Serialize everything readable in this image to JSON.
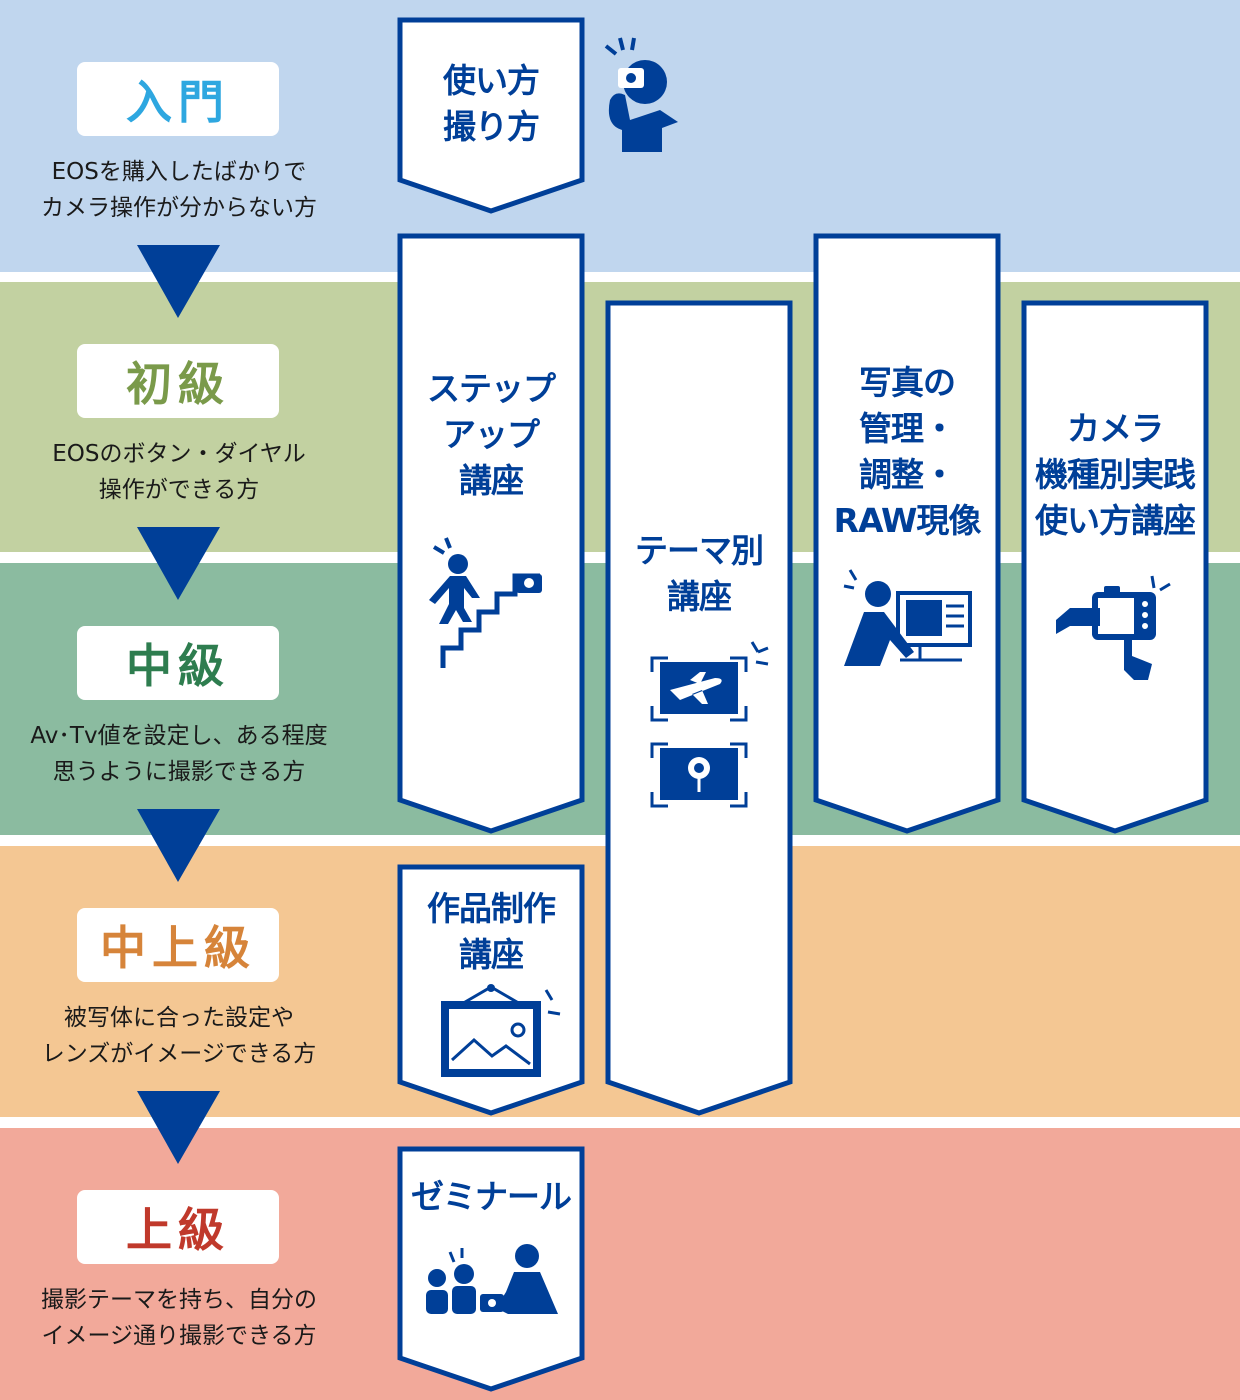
{
  "colors": {
    "navy": "#003f98",
    "band_intro": "#c0d6ee",
    "band_beginner": "#c2d1a1",
    "band_intermediate": "#8bbba0",
    "band_upper": "#f4c793",
    "band_advanced": "#f2a99a"
  },
  "levels": [
    {
      "name": "入門",
      "color": "#2ea7e0",
      "desc1": "EOSを購入したばかりで",
      "desc2": "カメラ操作が分からない方"
    },
    {
      "name": "初級",
      "color": "#7a9a4a",
      "desc1": "EOSのボタン・ダイヤル",
      "desc2": "操作ができる方"
    },
    {
      "name": "中級",
      "color": "#2e7d4f",
      "desc1": "Av･Tv値を設定し、ある程度",
      "desc2": "思うように撮影できる方"
    },
    {
      "name": "中上級",
      "color": "#d6843a",
      "desc1": "被写体に合った設定や",
      "desc2": "レンズがイメージできる方"
    },
    {
      "name": "上級",
      "color": "#c0392b",
      "desc1": "撮影テーマを持ち、自分の",
      "desc2": "イメージ通り撮影できる方"
    }
  ],
  "courses": [
    {
      "lines": [
        "使い方",
        "撮り方"
      ],
      "icon": "photographer-icon"
    },
    {
      "lines": [
        "ステップ",
        "アップ",
        "講座"
      ],
      "icon": "stairs-camera-icon"
    },
    {
      "lines": [
        "テーマ別",
        "講座"
      ],
      "icon": "theme-photo-icon"
    },
    {
      "lines": [
        "写真の",
        "管理・",
        "調整・",
        "RAW現像"
      ],
      "icon": "computer-editing-icon"
    },
    {
      "lines": [
        "カメラ",
        "機種別実践",
        "使い方講座"
      ],
      "icon": "camera-hand-icon"
    },
    {
      "lines": [
        "作品制作",
        "講座"
      ],
      "icon": "framed-picture-icon"
    },
    {
      "lines": [
        "ゼミナール"
      ],
      "icon": "seminar-icon"
    }
  ]
}
